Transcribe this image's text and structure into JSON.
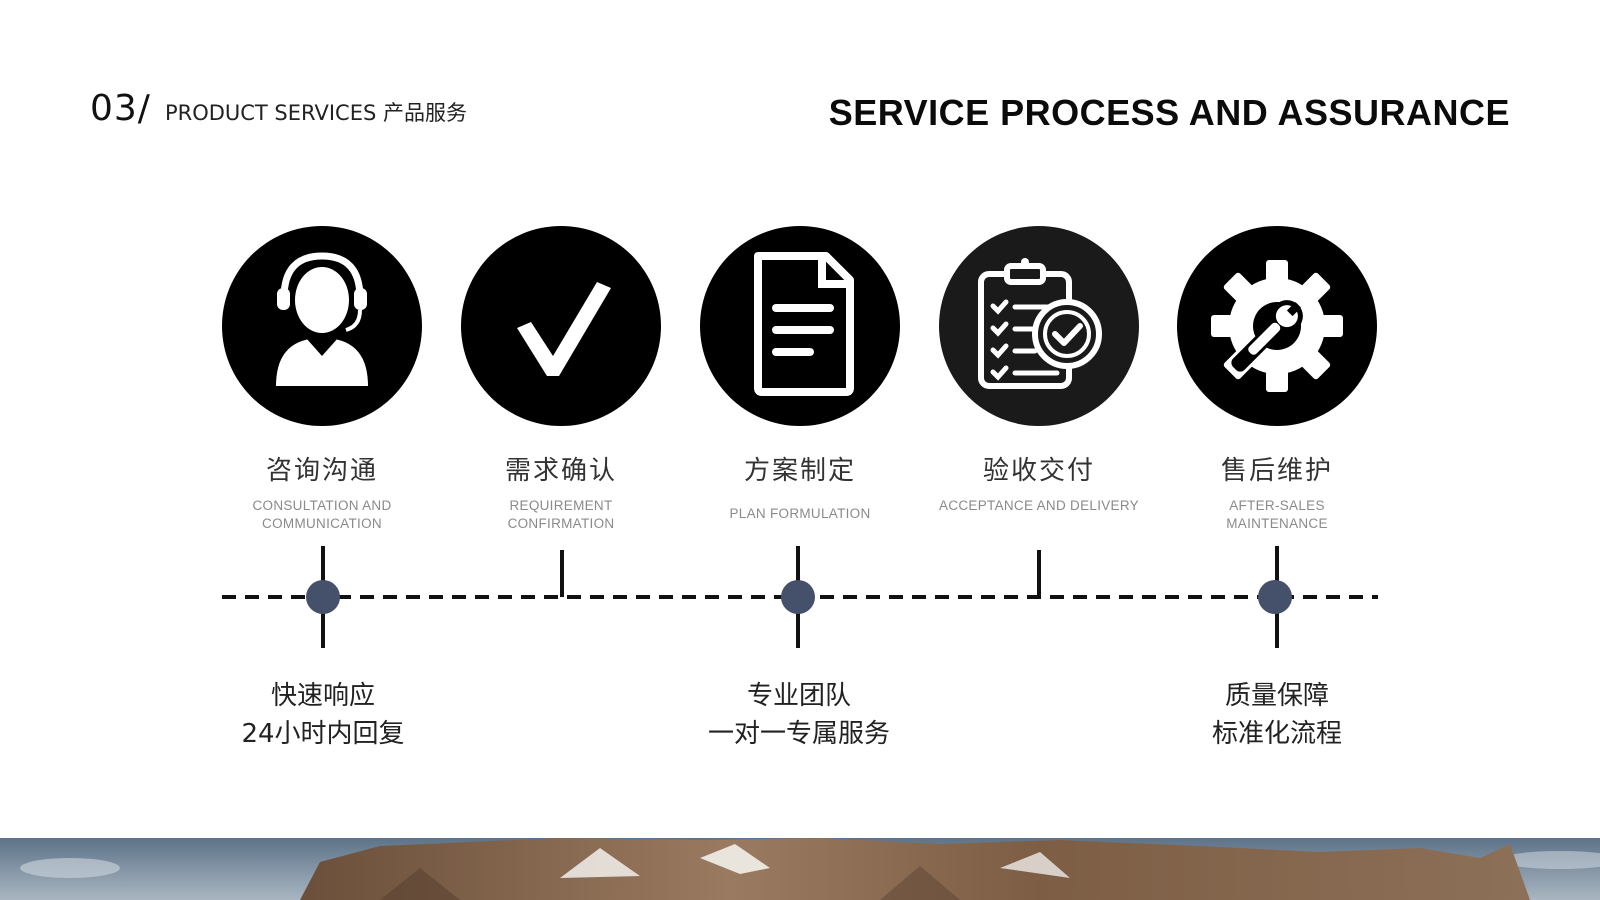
{
  "header": {
    "section_number": "03/",
    "section_label": "PRODUCT SERVICES  产品服务",
    "title": "SERVICE PROCESS AND ASSURANCE"
  },
  "steps": [
    {
      "title": "咨询沟通",
      "subtitle": "CONSULTATION AND COMMUNICATION",
      "icon": "headset-agent-icon"
    },
    {
      "title": "需求确认",
      "subtitle": "REQUIREMENT CONFIRMATION",
      "icon": "checkmark-icon"
    },
    {
      "title": "方案制定",
      "subtitle": "PLAN FORMULATION",
      "icon": "document-icon"
    },
    {
      "title": "验收交付",
      "subtitle": "ACCEPTANCE AND DELIVERY",
      "icon": "clipboard-check-icon"
    },
    {
      "title": "售后维护",
      "subtitle": "AFTER-SALES MAINTENANCE",
      "icon": "gear-wrench-icon"
    }
  ],
  "highlights": [
    {
      "line1": "快速响应",
      "line2": "24小时内回复"
    },
    {
      "line1": "专业团队",
      "line2": "一对一专属服务"
    },
    {
      "line1": "质量保障",
      "line2": "标准化流程"
    }
  ],
  "colors": {
    "timeline_dot": "#45506b",
    "circle": "#000000"
  }
}
